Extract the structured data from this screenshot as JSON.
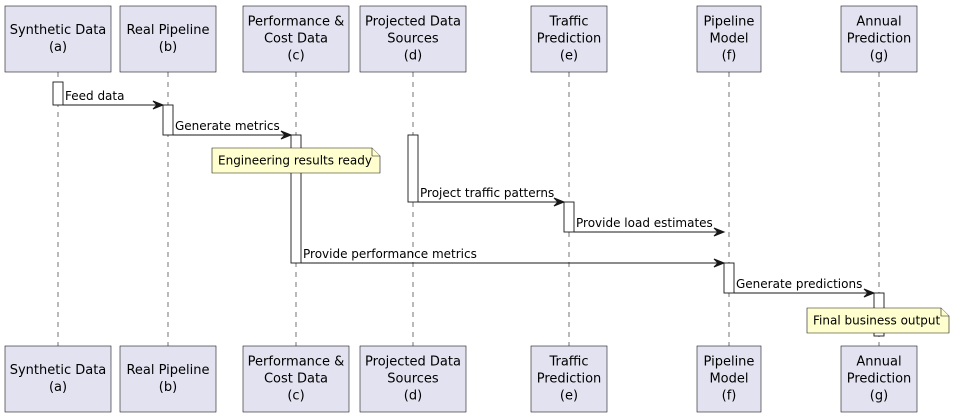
{
  "participants": [
    {
      "id": "a",
      "name": "Synthetic Data",
      "tag": "(a)"
    },
    {
      "id": "b",
      "name": "Real Pipeline",
      "tag": "(b)"
    },
    {
      "id": "c",
      "name": "Performance &\nCost Data",
      "tag": "(c)"
    },
    {
      "id": "d",
      "name": "Projected Data\nSources",
      "tag": "(d)"
    },
    {
      "id": "e",
      "name": "Traffic\nPrediction",
      "tag": "(e)"
    },
    {
      "id": "f",
      "name": "Pipeline\nModel",
      "tag": "(f)"
    },
    {
      "id": "g",
      "name": "Annual\nPrediction",
      "tag": "(g)"
    }
  ],
  "messages": [
    {
      "from": "a",
      "to": "b",
      "label": "Feed data"
    },
    {
      "from": "b",
      "to": "c",
      "label": "Generate metrics"
    },
    {
      "from": "d",
      "to": "e",
      "label": "Project traffic patterns"
    },
    {
      "from": "e",
      "to": "f",
      "label": "Provide load estimates"
    },
    {
      "from": "c",
      "to": "f",
      "label": "Provide performance metrics"
    },
    {
      "from": "f",
      "to": "g",
      "label": "Generate predictions"
    }
  ],
  "notes": [
    {
      "over": "c",
      "text": "Engineering results ready"
    },
    {
      "over": "g",
      "text": "Final business output"
    }
  ]
}
